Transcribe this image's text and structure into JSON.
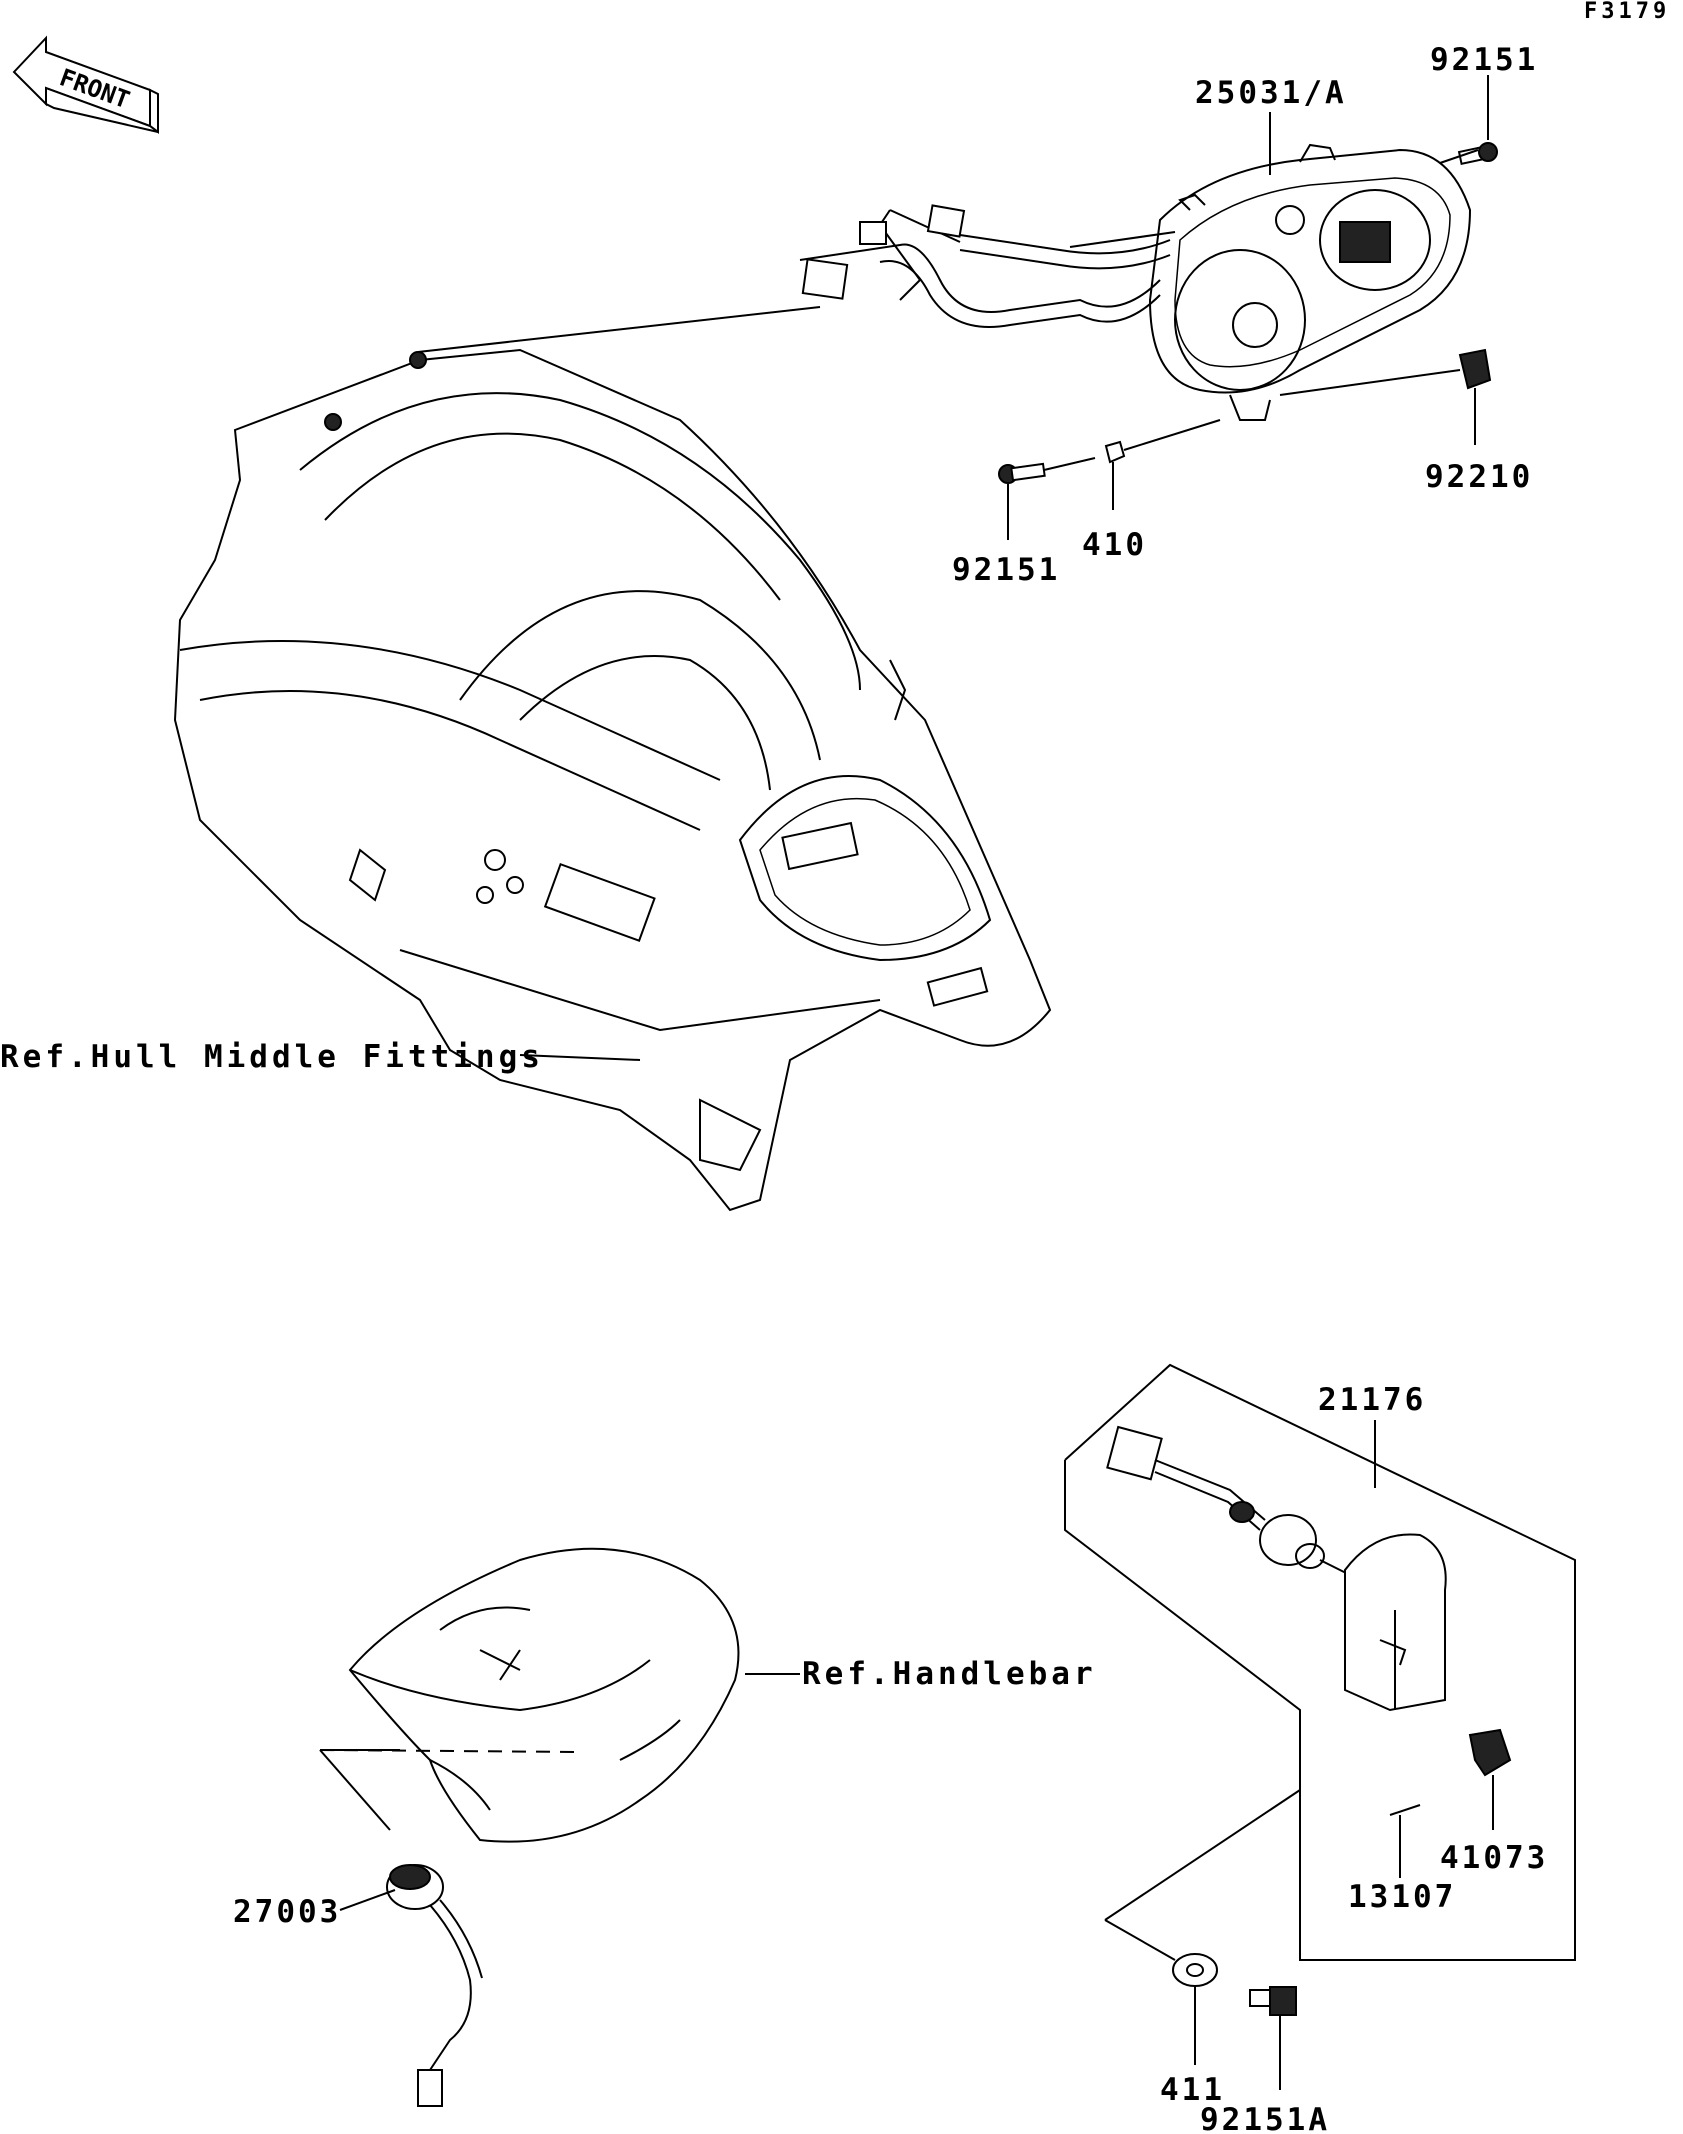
{
  "figure_code": "F3179",
  "front_label": "FRONT",
  "parts": {
    "meter_assy": "25031/A",
    "screw_top": "92151",
    "nut": "92210",
    "screw_bottom": "92151",
    "washer_410": "410",
    "hull_ref": "Ref.Hull Middle Fittings",
    "sensor_assy": "21176",
    "handlebar_ref": "Ref.Handlebar",
    "buzzer": "27003",
    "clip": "41073",
    "pin": "13107",
    "washer_411": "411",
    "bolt": "92151A"
  }
}
